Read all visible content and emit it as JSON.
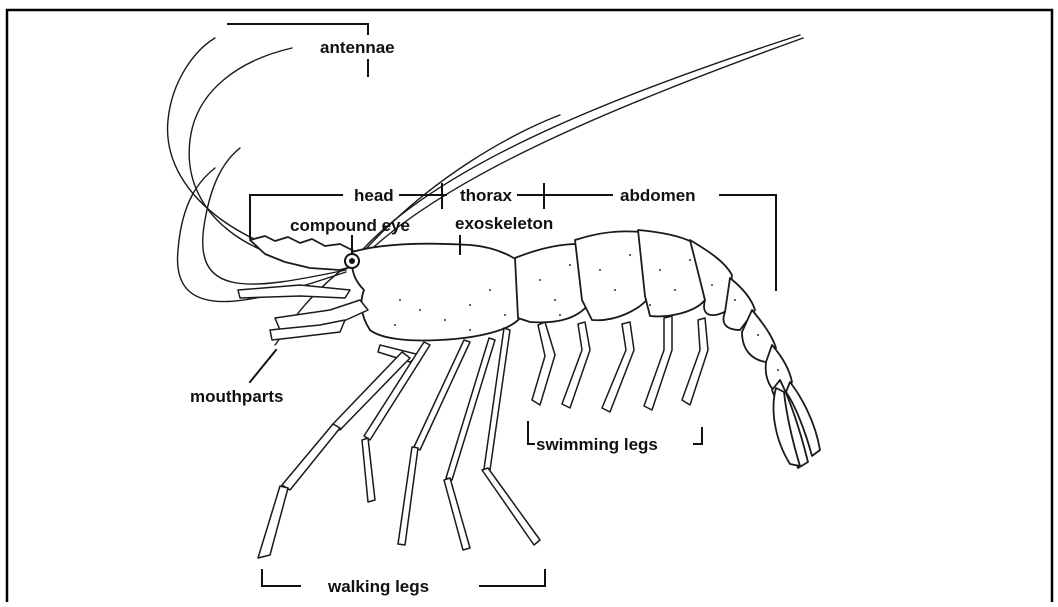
{
  "labels": {
    "antennae": "antennae",
    "head": "head",
    "thorax": "thorax",
    "abdomen": "abdomen",
    "compound_eye": "compound eye",
    "exoskeleton": "exoskeleton",
    "mouthparts": "mouthparts",
    "swimming_legs": "swimming legs",
    "walking_legs": "walking legs"
  },
  "colors": {
    "ink": "#111111",
    "background": "#ffffff",
    "frame": "#000000"
  }
}
